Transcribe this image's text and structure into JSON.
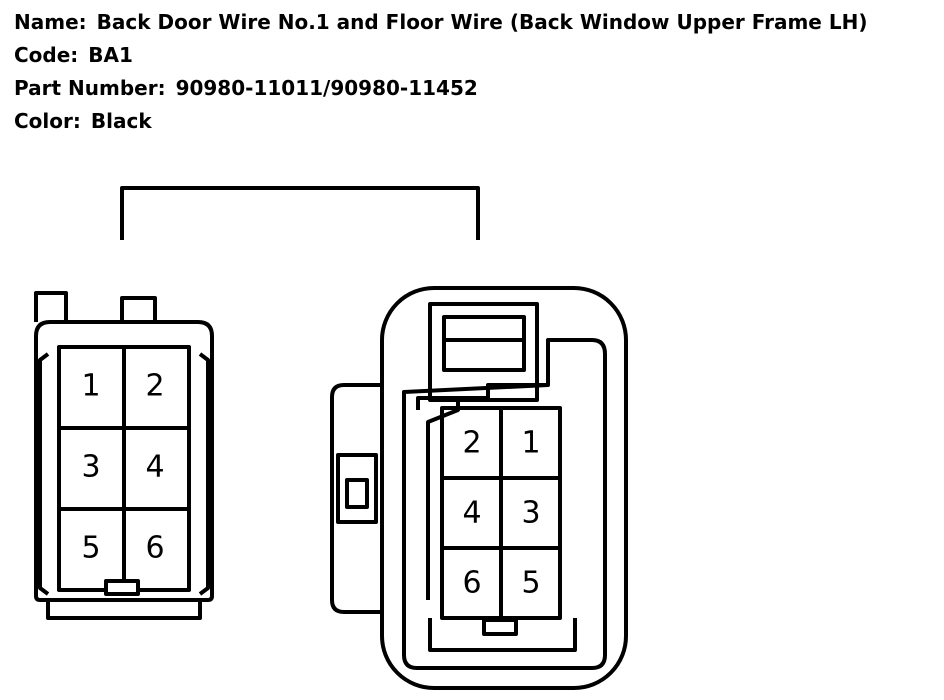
{
  "connector": {
    "name_label": "Name:",
    "name_value": "Back Door Wire No.1 and Floor Wire (Back Window Upper Frame LH)",
    "code_label": "Code:",
    "code_value": "BA1",
    "part_label": "Part Number:",
    "part_value": "90980-11011/90980-11452",
    "color_label": "Color:",
    "color_value": "Black"
  },
  "diagram": {
    "left_connector": {
      "cavities": [
        "1",
        "2",
        "3",
        "4",
        "5",
        "6"
      ]
    },
    "right_connector": {
      "cavities": [
        "2",
        "1",
        "4",
        "3",
        "6",
        "5"
      ]
    }
  }
}
